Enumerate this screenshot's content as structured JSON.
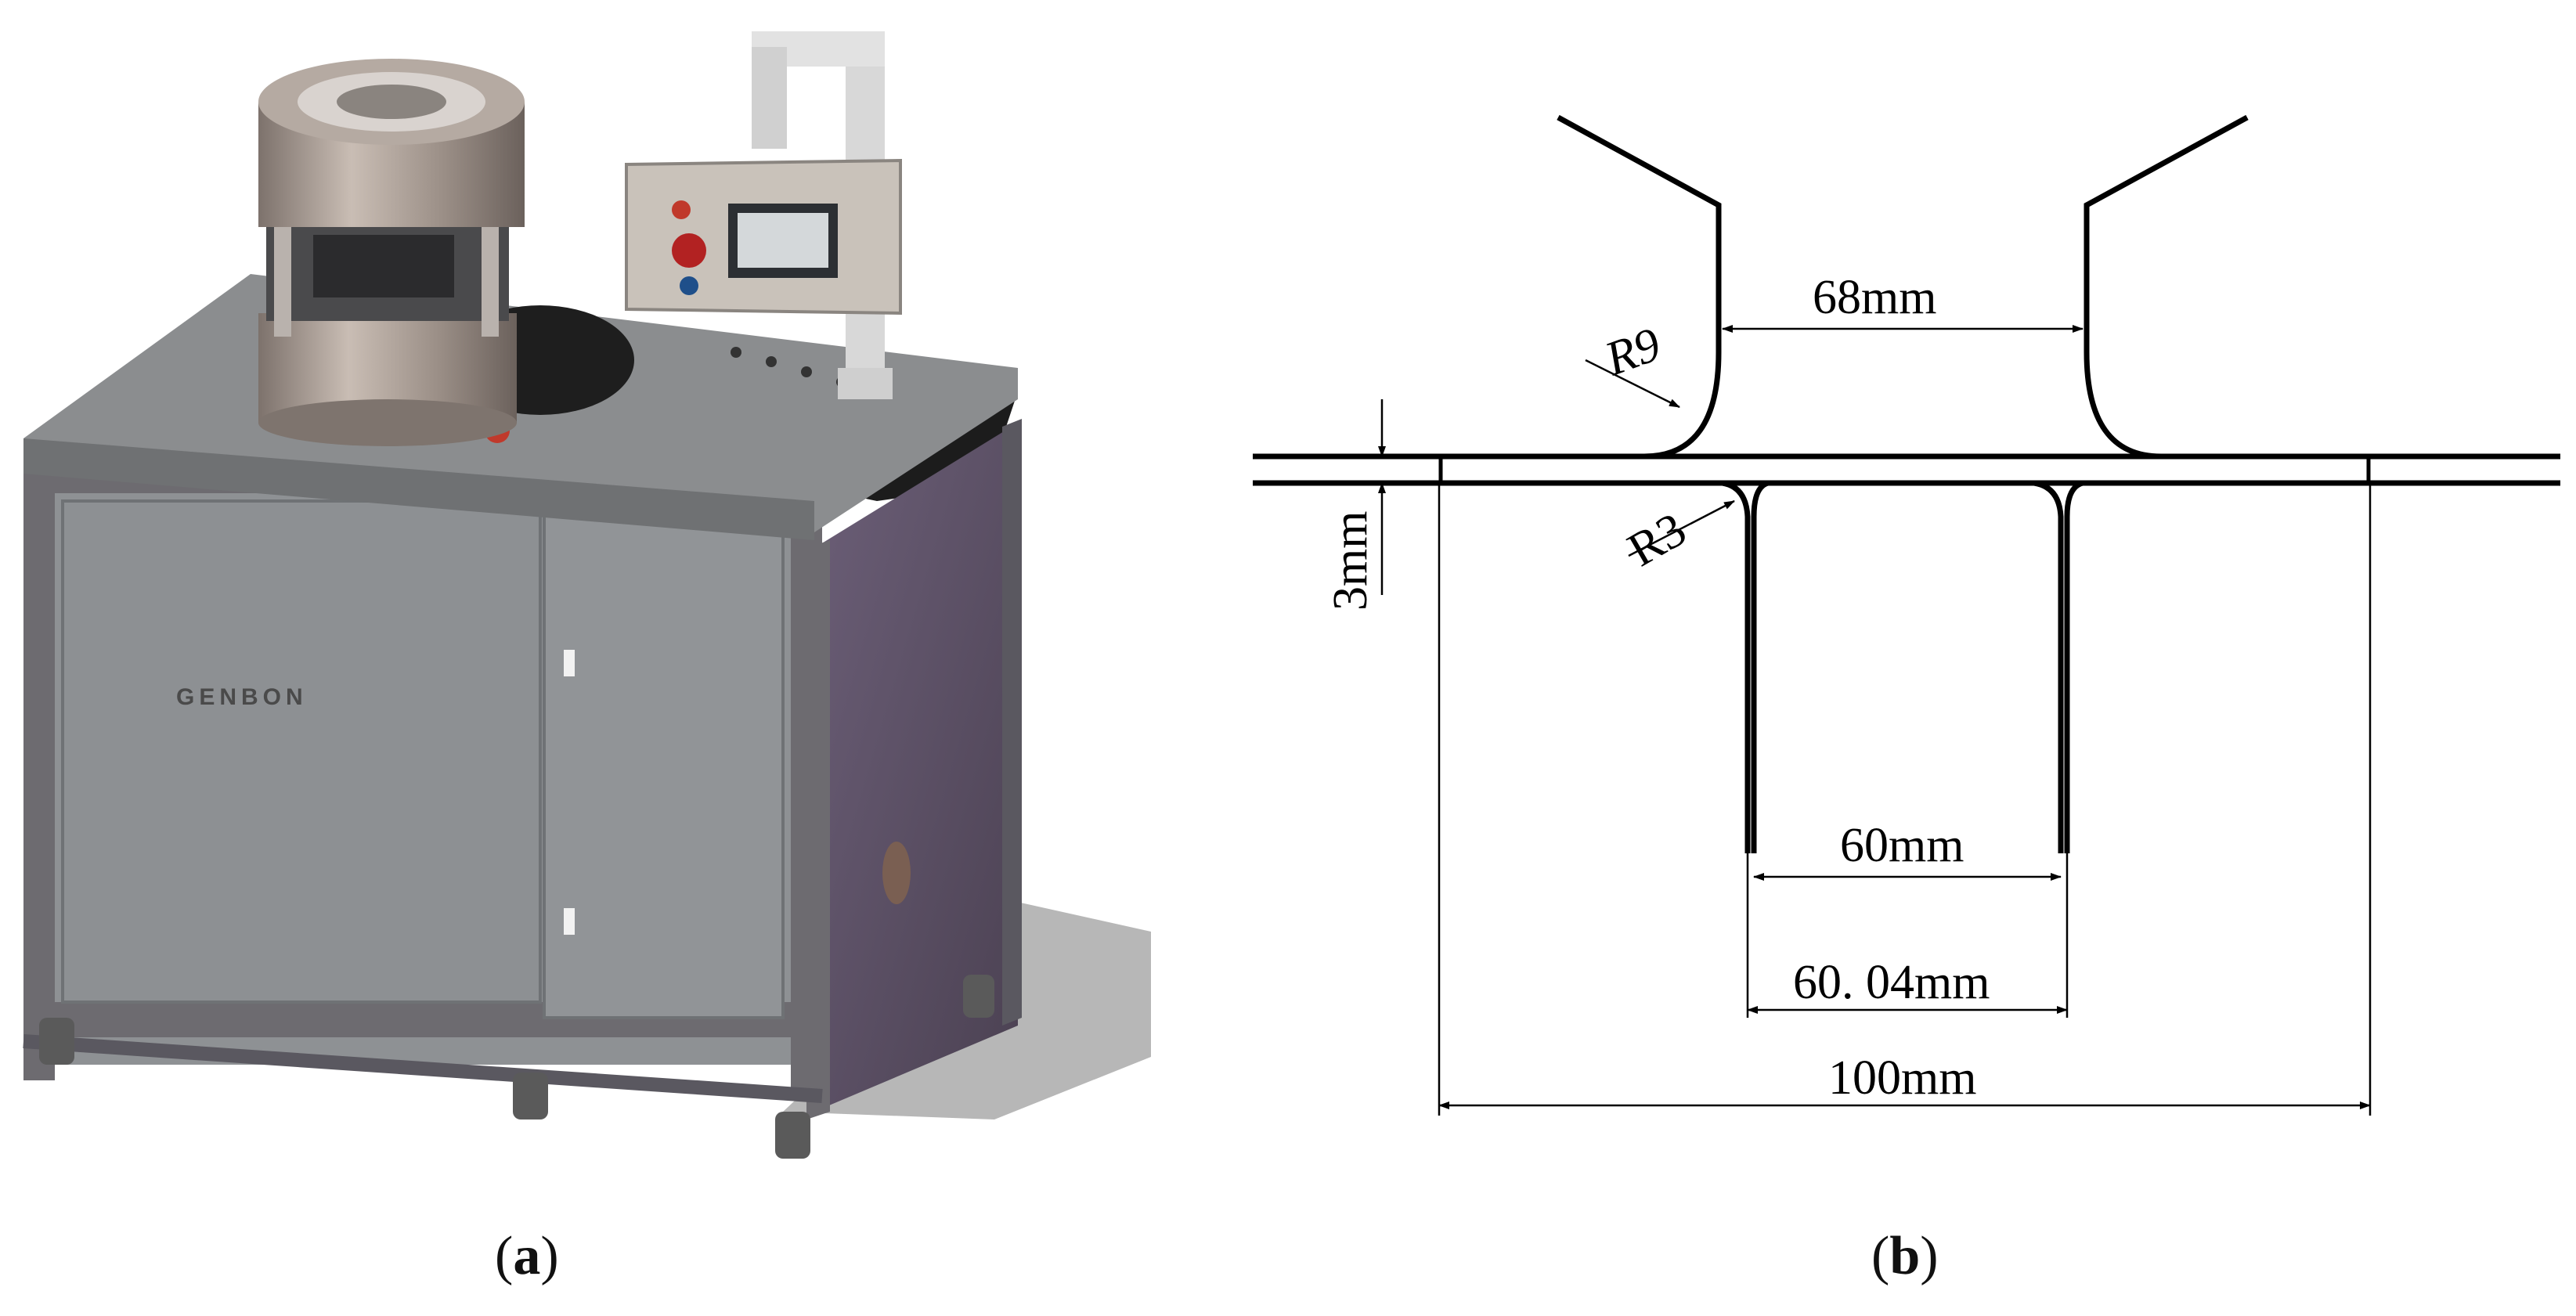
{
  "panel_a": {
    "label_open": "(",
    "label_letter": "a",
    "label_close": ")",
    "brand_text": "GENBON",
    "colors": {
      "cabinet": "#8e9194",
      "cabinet_side": "#5f5368",
      "frame": "#6d6b70",
      "top": "#8b8d8f",
      "press_metal": "#a0958e",
      "shadow": "#a8a8a8"
    }
  },
  "panel_b": {
    "label_open": "(",
    "label_letter": "b",
    "label_close": ")",
    "dimensions": {
      "top_gap": "68mm",
      "upper_radius": "R9",
      "lower_radius": "R3",
      "thickness": "3mm",
      "inner_gap": "60mm",
      "outer_gap": "60. 04mm",
      "total_width": "100mm"
    }
  }
}
